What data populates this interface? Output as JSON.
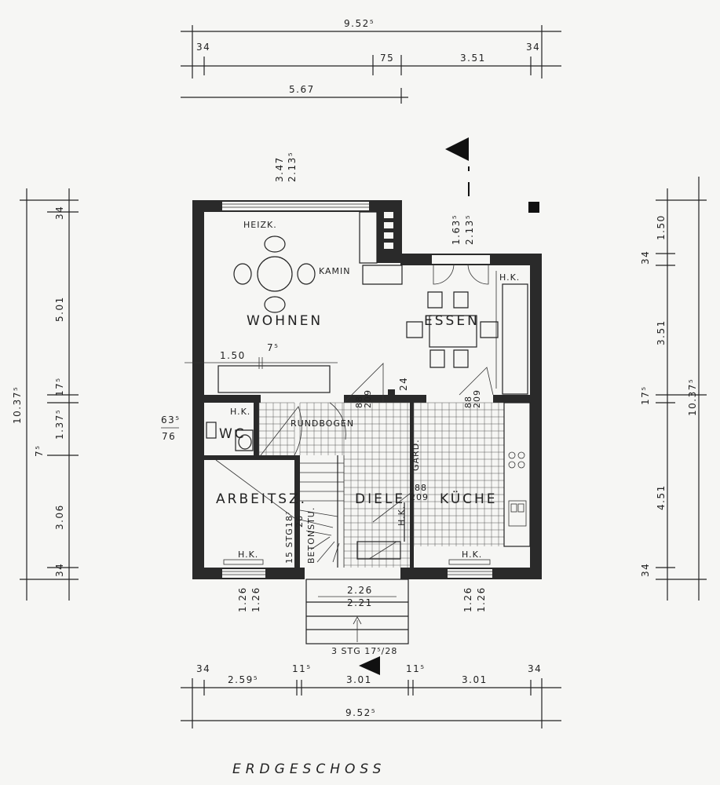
{
  "title": "ERDGESCHOSS",
  "rooms": {
    "wohnen": "WOHNEN",
    "essen": "ESSEN",
    "diele": "DIELE",
    "kueche": "KÜCHE",
    "arbeitsz": "ARBEITSZ.",
    "wc": "WC"
  },
  "labels": {
    "heizk": "HEIZK.",
    "kamin": "KAMIN",
    "hk_essen": "H.K.",
    "hk_wc": "H.K.",
    "hk_arbeitsz": "H.K.",
    "hk_kueche": "H.K.",
    "hk_diele": "H.K.",
    "rundbogen": "RUNDBOGEN",
    "gard": "GARD.",
    "betonstu": "BETONSTU.",
    "stg_inner": "15 STG",
    "stair_ratio_top": "18⁷",
    "stair_ratio_bot": "26",
    "stg_outer": "3 STG 17⁵/28",
    "door_88_209_a": "88",
    "door_88_209_a2": "209",
    "door_88_209_b": "88",
    "door_88_209_b2": "209",
    "door_88_209_c": "88",
    "door_88_209_c2": "209",
    "wall_24": "24"
  },
  "dims_top": {
    "total": "9.52⁵",
    "left34": "34",
    "d75": "75",
    "d351": "3.51",
    "right34": "34",
    "d567": "5.67"
  },
  "dims_bottom": {
    "left34": "34",
    "d2595": "2.59⁵",
    "d115a": "11⁵",
    "d301a": "3.01",
    "d115b": "11⁵",
    "d301b": "3.01",
    "right34": "34",
    "total": "9.52⁵"
  },
  "dims_left": {
    "top34": "34",
    "d501": "5.01",
    "total": "10.37⁵",
    "d175": "17⁵",
    "d1375": "1.37⁵",
    "d75": "7⁵",
    "d306": "3.06",
    "bot34": "34"
  },
  "dims_right": {
    "d150": "1.50",
    "top34": "34",
    "d351": "3.51",
    "d175": "17⁵",
    "total": "10.37⁵",
    "d451": "4.51",
    "bot34": "34"
  },
  "openings": {
    "window_top": "3.47",
    "window_top2": "2.13⁵",
    "essen_door": "1.63⁵",
    "essen_door2": "2.13⁵",
    "wall_150": "1.50",
    "wall_75": "7⁵",
    "wc_635": "63⁵",
    "wc_76": "76",
    "win_arb_1": "1.26",
    "win_arb_2": "1.26",
    "entry_1": "2.26",
    "entry_2": "2.21",
    "win_kue_1": "1.26",
    "win_kue_2": "1.26"
  }
}
